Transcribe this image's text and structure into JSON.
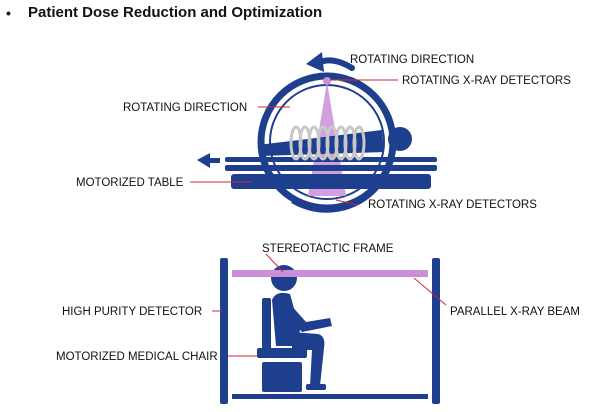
{
  "heading": {
    "bullet": "•",
    "title": "Patient Dose Reduction and Optimization"
  },
  "scanner_diagram": {
    "labels": {
      "rotating_direction_top": "ROTATING DIRECTION",
      "rotating_detectors_top": "ROTATING X-RAY DETECTORS",
      "rotating_direction_left": "ROTATING DIRECTION",
      "motorized_table": "MOTORIZED TABLE",
      "rotating_detectors_bottom": "ROTATING X-RAY DETECTORS"
    }
  },
  "chair_diagram": {
    "labels": {
      "stereotactic_frame": "STEREOTACTIC FRAME",
      "high_purity_detector": "HIGH PURITY DETECTOR",
      "parallel_beam": "PARALLEL X-RAY BEAM",
      "motorized_chair": "MOTORIZED MEDICAL CHAIR"
    }
  },
  "colors": {
    "navy": "#1e3f8e",
    "beam": "#cc8ed8",
    "leader": "#d1243a",
    "coil": "#c8c8c8"
  }
}
